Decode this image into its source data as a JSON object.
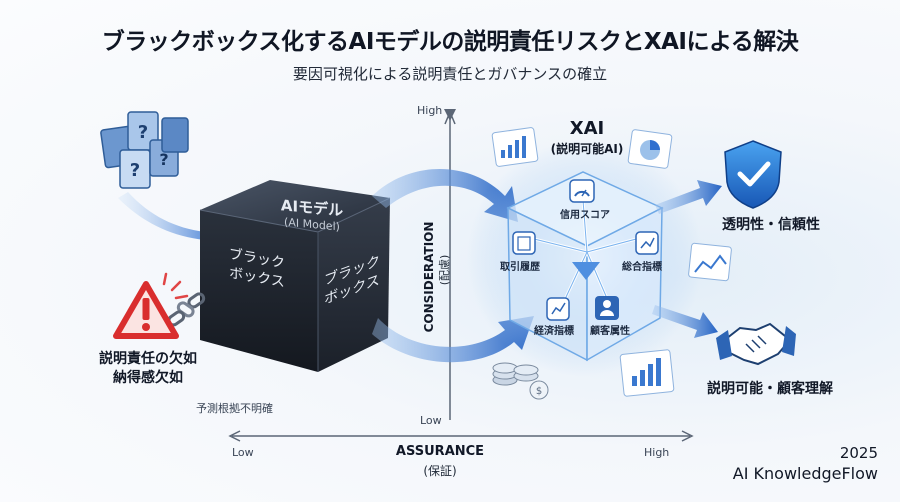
{
  "header": {
    "title": "ブラックボックス化するAIモデルの説明責任リスクとXAIによる解決",
    "subtitle": "要因可視化による説明責任とガバナンスの確立"
  },
  "blackbox": {
    "title": "AIモデル",
    "subtitle": "(AI Model)",
    "left_face": "ブラック\nボックス",
    "right_face": "ブラック\nボックス",
    "risk_label_1": "説明責任の欠如",
    "risk_label_2": "納得感欠如",
    "footnote": "予測根拠不明確"
  },
  "axes": {
    "y_high": "High",
    "y_low": "Low",
    "y_label": "CONSIDERATION",
    "y_label_sub": "(配慮)",
    "x_low": "Low",
    "x_high": "High",
    "x_label": "ASSURANCE",
    "x_label_sub": "(保証)"
  },
  "xai": {
    "title": "XAI",
    "subtitle": "(説明可能AI)",
    "nodes": {
      "credit_score": "信用スコア",
      "transaction_history": "取引履歴",
      "overall_indicator": "総合指標",
      "economic_indicator": "経済指標",
      "customer_attributes": "顧客属性"
    }
  },
  "outcomes": {
    "transparency": "透明性・信頼性",
    "explainability": "説明可能・顧客理解"
  },
  "footer": {
    "year": "2025",
    "brand": "AI KnowledgeFlow"
  }
}
